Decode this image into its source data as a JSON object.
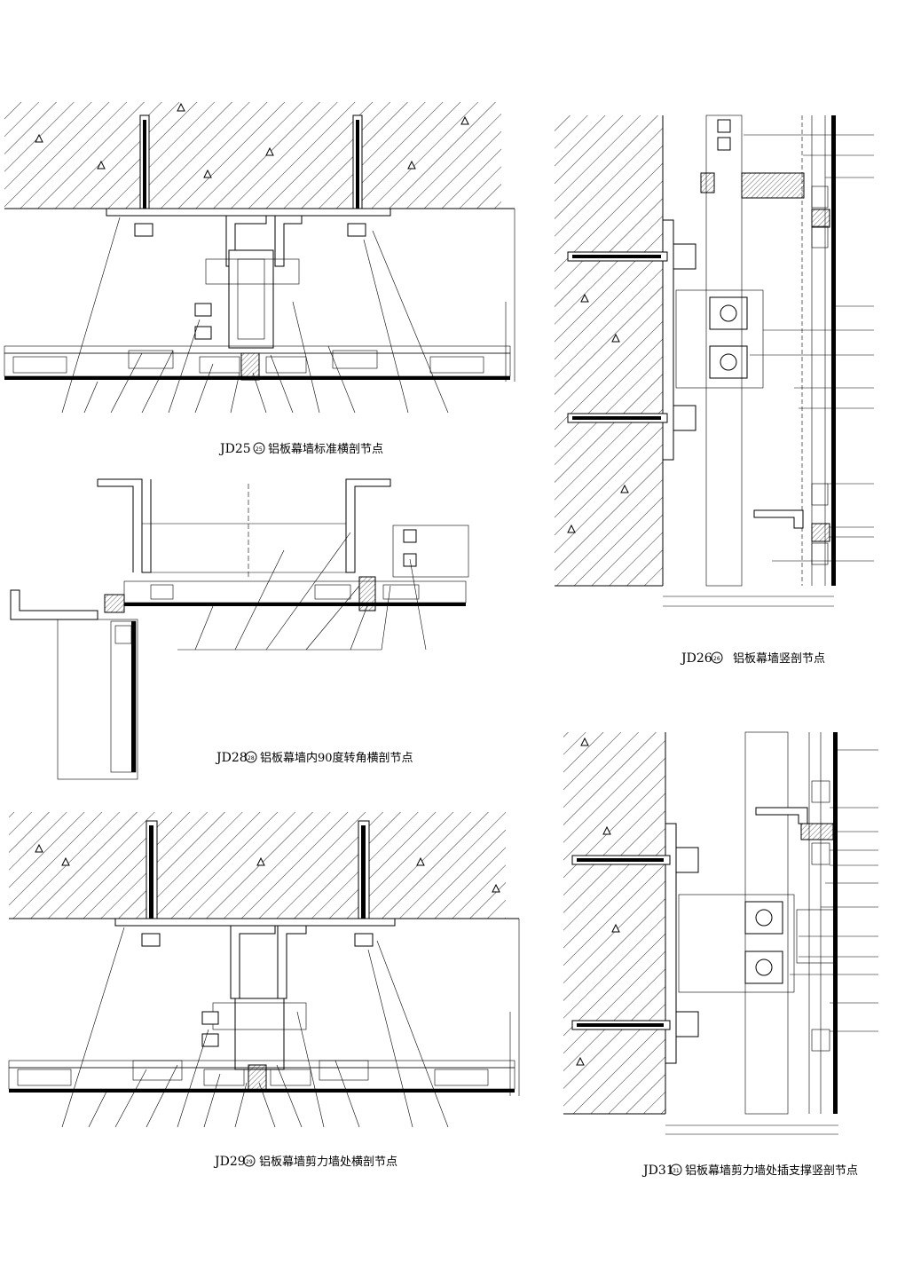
{
  "drawings": {
    "jd25": {
      "code": "JD25",
      "num": "25",
      "title": "铝板幕墙标准横剖节点"
    },
    "jd26": {
      "code": "JD26",
      "num": "26",
      "title": "铝板幕墙竖剖节点"
    },
    "jd28": {
      "code": "JD28",
      "num": "28",
      "title": "铝板幕墙内90度转角横剖节点"
    },
    "jd29": {
      "code": "JD29",
      "num": "29",
      "title": "铝板幕墙剪力墙处横剖节点"
    },
    "jd31": {
      "code": "JD31",
      "num": "31",
      "title": "铝板幕墙剪力墙处插支撑竖剖节点"
    }
  }
}
